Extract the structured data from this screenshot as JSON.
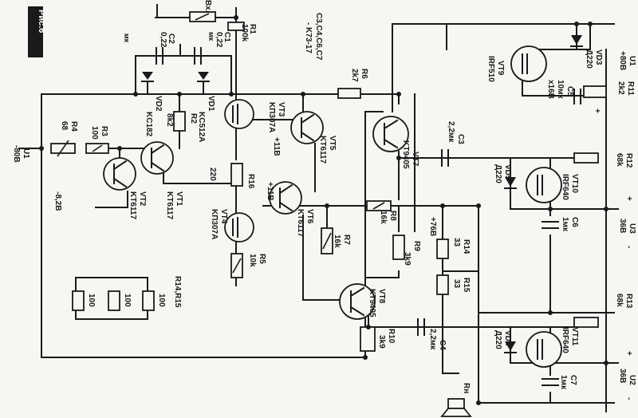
{
  "figure_label": "Рис.6",
  "components": {
    "R1": {
      "ref": "R1",
      "value": "100k"
    },
    "R2": {
      "ref": "R2",
      "value": "8k2"
    },
    "R3": {
      "ref": "R3",
      "value": "100"
    },
    "R4": {
      "ref": "R4",
      "value": "68"
    },
    "R5": {
      "ref": "R5",
      "value": "10k"
    },
    "R6": {
      "ref": "R6",
      "value": "2k7"
    },
    "R7": {
      "ref": "R7",
      "value": "16k"
    },
    "R8": {
      "ref": "R8",
      "value": "16k"
    },
    "R9": {
      "ref": "R9",
      "value": "3k9"
    },
    "R10": {
      "ref": "R10",
      "value": "3k9"
    },
    "R11": {
      "ref": "R11",
      "value": "2k2"
    },
    "R12": {
      "ref": "R12",
      "value": "68k"
    },
    "R13": {
      "ref": "R13",
      "value": "68k"
    },
    "R14": {
      "ref": "R14",
      "value": "33"
    },
    "R15": {
      "ref": "R15",
      "value": "33"
    },
    "R16": {
      "ref": "R16",
      "value": "220"
    },
    "R14_15": {
      "ref": "R14,R15",
      "value": "100"
    },
    "C1": {
      "ref": "C1",
      "value": "0,22",
      "unit": "мк"
    },
    "C2": {
      "ref": "C2",
      "value": "0,22",
      "unit": "мк"
    },
    "C3": {
      "ref": "C3",
      "value": "2,2мк"
    },
    "C4": {
      "ref": "C4",
      "value": "2,2мк"
    },
    "C5": {
      "ref": "C5",
      "value": "10мк",
      "extra": "x16В"
    },
    "C6": {
      "ref": "C6",
      "value": "1мк"
    },
    "C7": {
      "ref": "C7",
      "value": "1мк"
    },
    "caps_note": {
      "line1": "C3,C4,C6,C7",
      "line2": "- K73-17"
    },
    "VD1": {
      "ref": "VD1",
      "value": "KC512A"
    },
    "VD2": {
      "ref": "VD2",
      "value": "KC182"
    },
    "VD3": {
      "ref": "VD3",
      "value": "Д220"
    },
    "VD4": {
      "ref": "VD4",
      "value": "Д220"
    },
    "VD5": {
      "ref": "VD5",
      "value": "Д220"
    },
    "VT1": {
      "ref": "VT1",
      "value": "KT6117"
    },
    "VT2": {
      "ref": "VT2",
      "value": "KT6117"
    },
    "VT3": {
      "ref": "VT3",
      "value": "KП307A"
    },
    "VT4": {
      "ref": "VT4",
      "value": "KП307A"
    },
    "VT5": {
      "ref": "VT5",
      "value": "KT6117"
    },
    "VT6": {
      "ref": "VT6",
      "value": "KT6117"
    },
    "VT7": {
      "ref": "VT7",
      "value": "KT9405"
    },
    "VT8": {
      "ref": "VT8",
      "value": "KT9405"
    },
    "VT9": {
      "ref": "VT9",
      "value": "IRF510"
    },
    "VT10": {
      "ref": "VT10",
      "value": "IRF640"
    },
    "VT11": {
      "ref": "VT11",
      "value": "IRF640"
    },
    "Rn": {
      "ref": "Rн"
    }
  },
  "rails": {
    "U1_top": {
      "name": "U1",
      "value": "+80В"
    },
    "U1_left": {
      "name": "U1",
      "value": "-80В"
    },
    "U3": {
      "name": "U3",
      "value": "36В"
    },
    "U2": {
      "name": "U2",
      "value": "36В"
    }
  },
  "voltages": {
    "v1": "+11В",
    "v2": "+11В",
    "v3": "-8,2В",
    "v4": "+76В"
  },
  "in_label": "Вх.",
  "signs": {
    "plus": "+",
    "minus": "-"
  },
  "colors": {
    "ink": "#1a1a1a",
    "paper": "#f7f6f3"
  }
}
